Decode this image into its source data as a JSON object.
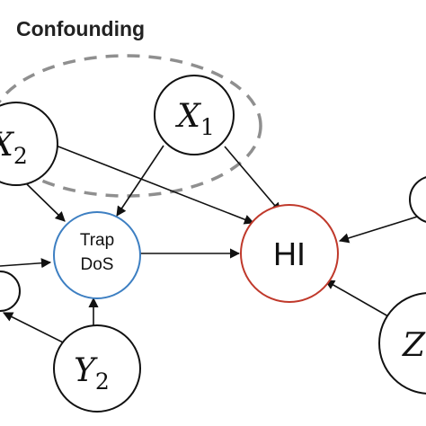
{
  "diagram": {
    "title": "Confounding",
    "nodes": {
      "x2": {
        "main": "X",
        "sub": "2"
      },
      "x1": {
        "main": "X",
        "sub": "1"
      },
      "trap": {
        "line1": "Trap",
        "line2": "DoS"
      },
      "hi": {
        "label": "HI"
      },
      "y2": {
        "main": "Y",
        "sub": "2"
      },
      "z": {
        "main": "Z"
      }
    },
    "colors": {
      "trap_dos_border": "#3d7fc2",
      "hi_border": "#c0392b",
      "confounding_outline": "#8f8f8f"
    }
  }
}
